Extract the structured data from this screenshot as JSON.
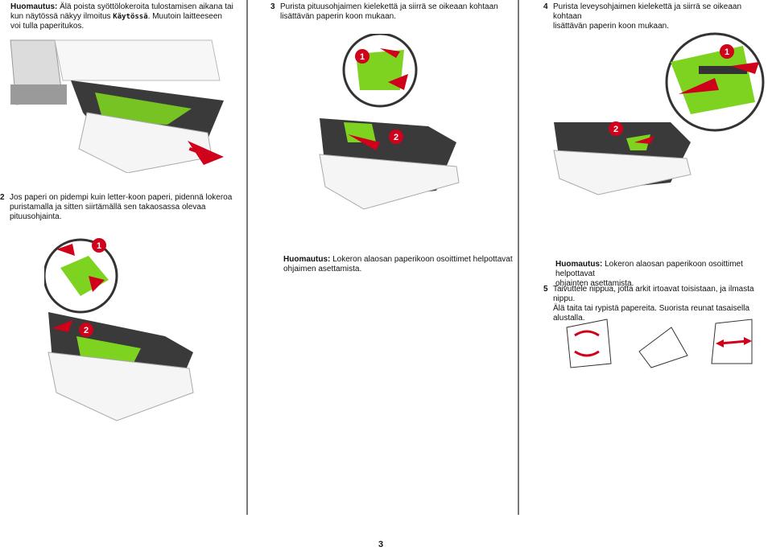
{
  "col1": {
    "note_label": "Huomautus:",
    "note_text_1": "Älä poista syöttölokeroita tulostamisen aikana tai",
    "note_text_2": "kun näytössä näkyy ilmoitus",
    "note_code": "Käytössä",
    "note_text_3": ". Muutoin laitteeseen",
    "note_text_4": "voi tulla paperitukos.",
    "step2_num": "2",
    "step2_line1": "Jos paperi on pidempi kuin letter-koon paperi, pidennä lokeroa",
    "step2_line2": "puristamalla ja sitten siirtämällä sen takaosassa olevaa",
    "step2_line3": "pituusohjainta."
  },
  "col2": {
    "step3_num": "3",
    "step3_line1": "Purista pituusohjaimen kielekettä ja siirrä se oikeaan kohtaan",
    "step3_line2": "lisättävän paperin koon mukaan.",
    "note_label": "Huomautus:",
    "note_line1": " Lokeron alaosan paperikoon osoittimet helpottavat",
    "note_line2": "ohjaimen asettamista."
  },
  "col3": {
    "step4_num": "4",
    "step4_line1": "Purista leveysohjaimen kielekettä ja siirrä se oikeaan kohtaan",
    "step4_line2": "lisättävän paperin koon mukaan.",
    "note_label": "Huomautus:",
    "note_line1": " Lokeron alaosan paperikoon osoittimet helpottavat",
    "note_line2": "ohjainten asettamista.",
    "step5_num": "5",
    "step5_line1": "Taivuttele nippua, jotta arkit irtoavat toisistaan, ja ilmasta nippu.",
    "step5_line2": "Älä taita tai rypistä papereita. Suorista reunat tasaisella alustalla."
  },
  "callouts": {
    "one": "1",
    "two": "2"
  },
  "page_number": "3",
  "colors": {
    "green": "#7ed321",
    "red": "#d0021b",
    "tray": "#f0f0f0",
    "dark": "#333333"
  }
}
